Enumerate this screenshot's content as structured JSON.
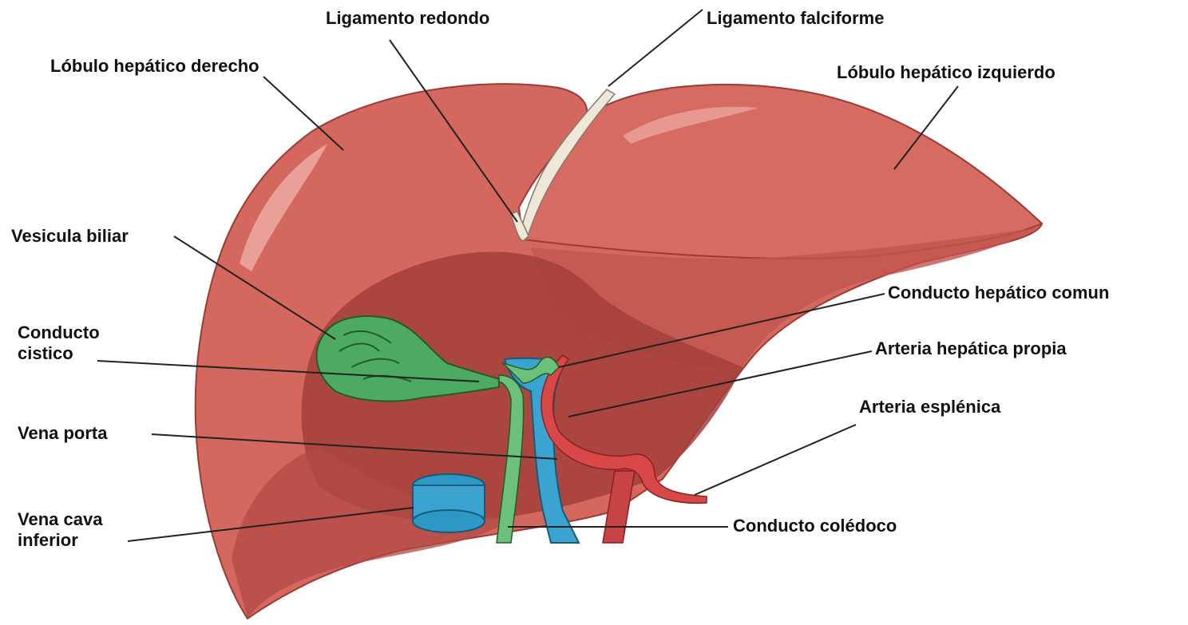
{
  "labels": {
    "ligamento_redondo": "Ligamento redondo",
    "ligamento_falciforme": "Ligamento falciforme",
    "lobulo_derecho": "Lóbulo hepático derecho",
    "lobulo_izquierdo": "Lóbulo hepático izquierdo",
    "vesicula_biliar": "Vesicula biliar",
    "conducto_cistico_line1": "Conducto",
    "conducto_cistico_line2": "cistico",
    "conducto_hepatico_comun": "Conducto hepático comun",
    "arteria_hepatica_propia": "Arteria hepática propia",
    "arteria_esplenica": "Arteria esplénica",
    "vena_porta": "Vena porta",
    "vena_cava_line1": "Vena cava",
    "vena_cava_line2": "inferior",
    "conducto_coledoco": "Conducto colédoco"
  },
  "colors": {
    "liver_main": "#d4685e",
    "liver_shadow": "#b24a44",
    "liver_dark": "#a23f3b",
    "gallbladder": "#4caa62",
    "portal_vein": "#3ba3cf",
    "vena_cava": "#2f97c4",
    "artery": "#d94848",
    "bile_duct": "#6cc07a",
    "ligament": "#efe7d8",
    "leader_line": "#222222"
  }
}
